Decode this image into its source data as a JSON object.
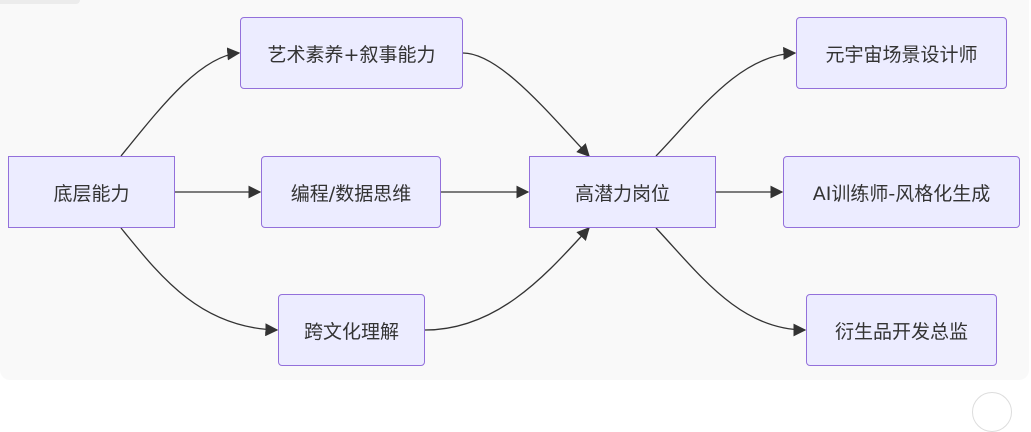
{
  "diagram": {
    "nodes": {
      "base": "底层能力",
      "art": "艺术素养+叙事能力",
      "code": "编程/数据思维",
      "culture": "跨文化理解",
      "hub": "高潜力岗位",
      "meta": "元宇宙场景设计师",
      "ai": "AI训练师-风格化生成",
      "merch": "衍生品开发总监"
    },
    "edges": [
      [
        "base",
        "art"
      ],
      [
        "base",
        "code"
      ],
      [
        "base",
        "culture"
      ],
      [
        "art",
        "hub"
      ],
      [
        "code",
        "hub"
      ],
      [
        "culture",
        "hub"
      ],
      [
        "hub",
        "meta"
      ],
      [
        "hub",
        "ai"
      ],
      [
        "hub",
        "merch"
      ]
    ],
    "colors": {
      "node_fill": "#ececff",
      "node_border": "#9370db",
      "edge": "#333333",
      "text": "#333333"
    }
  }
}
